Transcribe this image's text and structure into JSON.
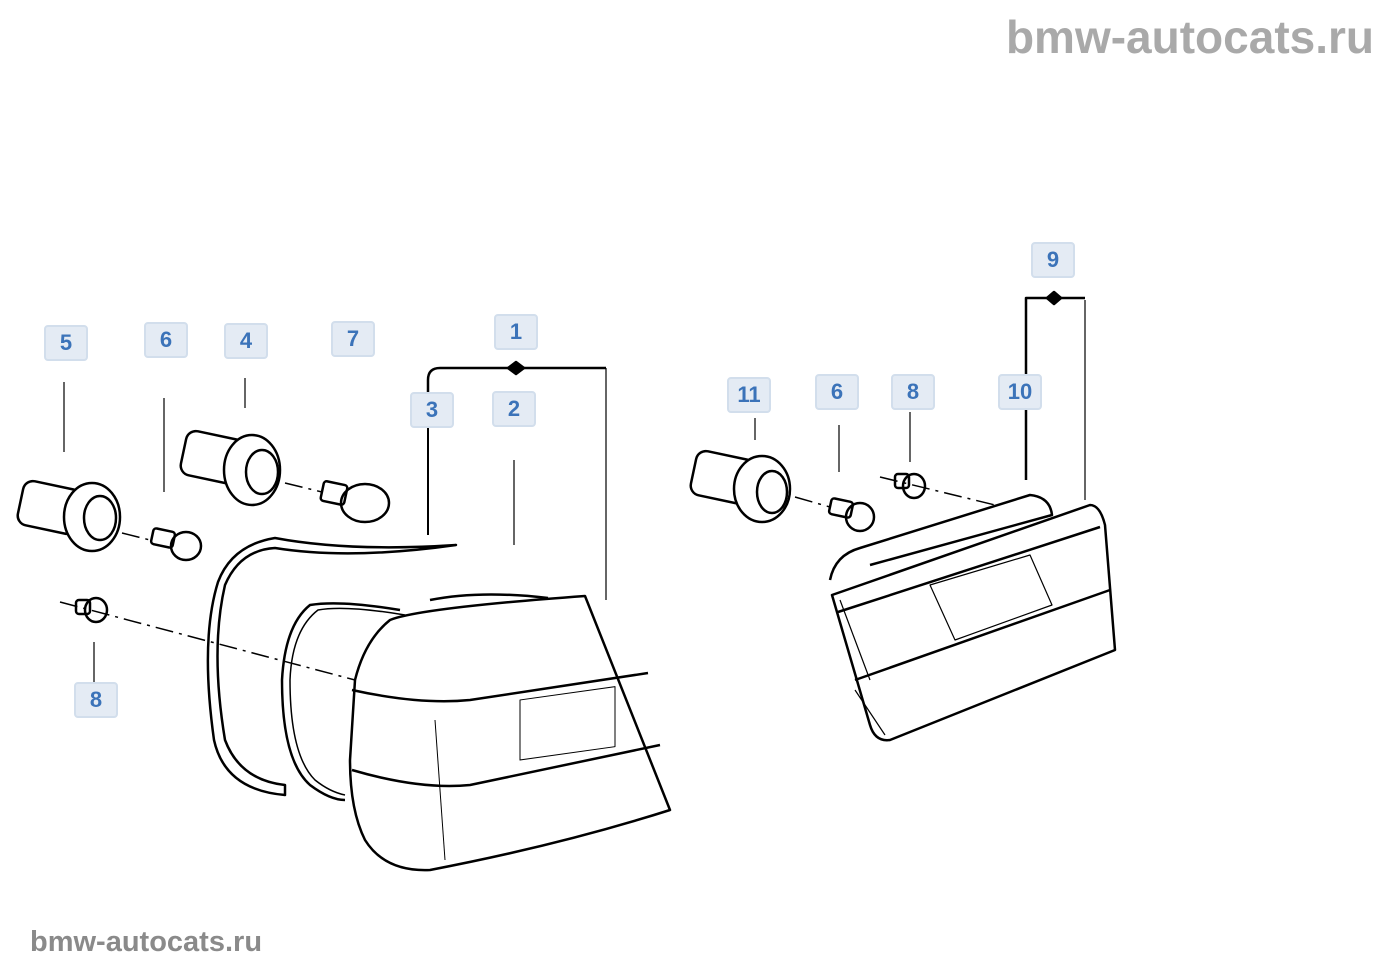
{
  "watermark_top": "bmw-autocats.ru",
  "watermark_bottom": "bmw-autocats.ru",
  "colors": {
    "label_bg": "#e4ebf4",
    "label_text": "#3b73b9",
    "line": "#000000"
  },
  "callouts": [
    {
      "id": "5",
      "text": "5"
    },
    {
      "id": "6a",
      "text": "6"
    },
    {
      "id": "4",
      "text": "4"
    },
    {
      "id": "7",
      "text": "7"
    },
    {
      "id": "1",
      "text": "1"
    },
    {
      "id": "3",
      "text": "3"
    },
    {
      "id": "2",
      "text": "2"
    },
    {
      "id": "8a",
      "text": "8"
    },
    {
      "id": "11",
      "text": "11"
    },
    {
      "id": "6b",
      "text": "6"
    },
    {
      "id": "8b",
      "text": "8"
    },
    {
      "id": "10",
      "text": "10"
    },
    {
      "id": "9",
      "text": "9"
    }
  ]
}
